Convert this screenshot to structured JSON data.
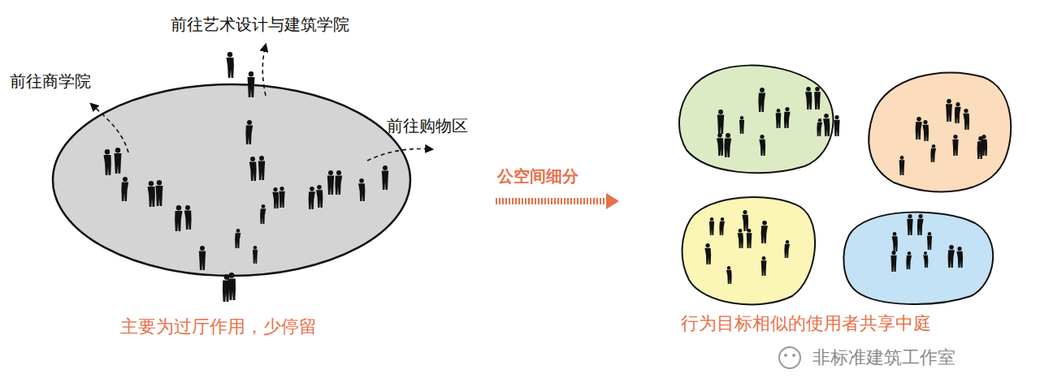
{
  "diagram": {
    "labels": [
      "前往艺术设计与建筑学院",
      "前往商学院",
      "前往购物区",
      "主要为过厅作用，少停留",
      "公空间细分",
      "行为目标相似的使用者共享中庭",
      "非标准建筑工作室"
    ]
  }
}
